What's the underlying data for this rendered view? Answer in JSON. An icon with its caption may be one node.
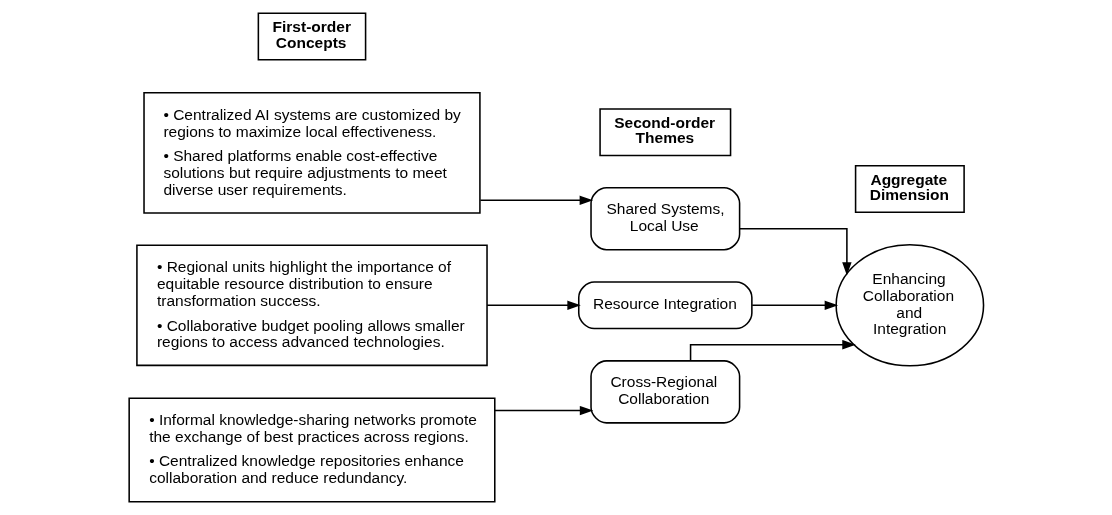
{
  "diagram": {
    "nodes": [
      {
        "text": [
          "First-order Concepts"
        ]
      },
      {
        "text": [
          "Second-order Themes"
        ]
      },
      {
        "text": [
          "Aggregate Dimension"
        ]
      },
      {
        "text": [
          "• Centralized AI systems are customized by regions to maximize local effectiveness.",
          "• Shared platforms enable cost-effective solutions but require adjustments to meet diverse user requirements."
        ]
      },
      {
        "text": [
          "Shared Systems, Local Use"
        ]
      },
      {
        "text": [
          "• Regional units highlight the importance of equitable resource distribution to ensure transformation success.",
          "• Collaborative budget pooling allows smaller regions to access advanced technologies."
        ]
      },
      {
        "text": [
          "Resource Integration"
        ]
      },
      {
        "text": [
          "• Informal knowledge-sharing networks promote the exchange of best practices across regions.",
          "• Centralized knowledge repositories enhance collaboration and reduce redundancy."
        ]
      },
      {
        "text": [
          "Cross-Regional Collaboration"
        ]
      },
      {
        "text": [
          "Enhancing Collaboration and Integration"
        ]
      }
    ],
    "edges": [
      {
        "from": 3,
        "to": 4,
        "arrow": "to"
      },
      {
        "from": 5,
        "to": 6,
        "arrow": "to"
      },
      {
        "from": 7,
        "to": 8,
        "arrow": "to"
      },
      {
        "from": 4,
        "to": 9,
        "arrow": "to"
      },
      {
        "from": 6,
        "to": 9,
        "arrow": "to"
      },
      {
        "from": 8,
        "to": 9,
        "arrow": "to"
      }
    ]
  }
}
